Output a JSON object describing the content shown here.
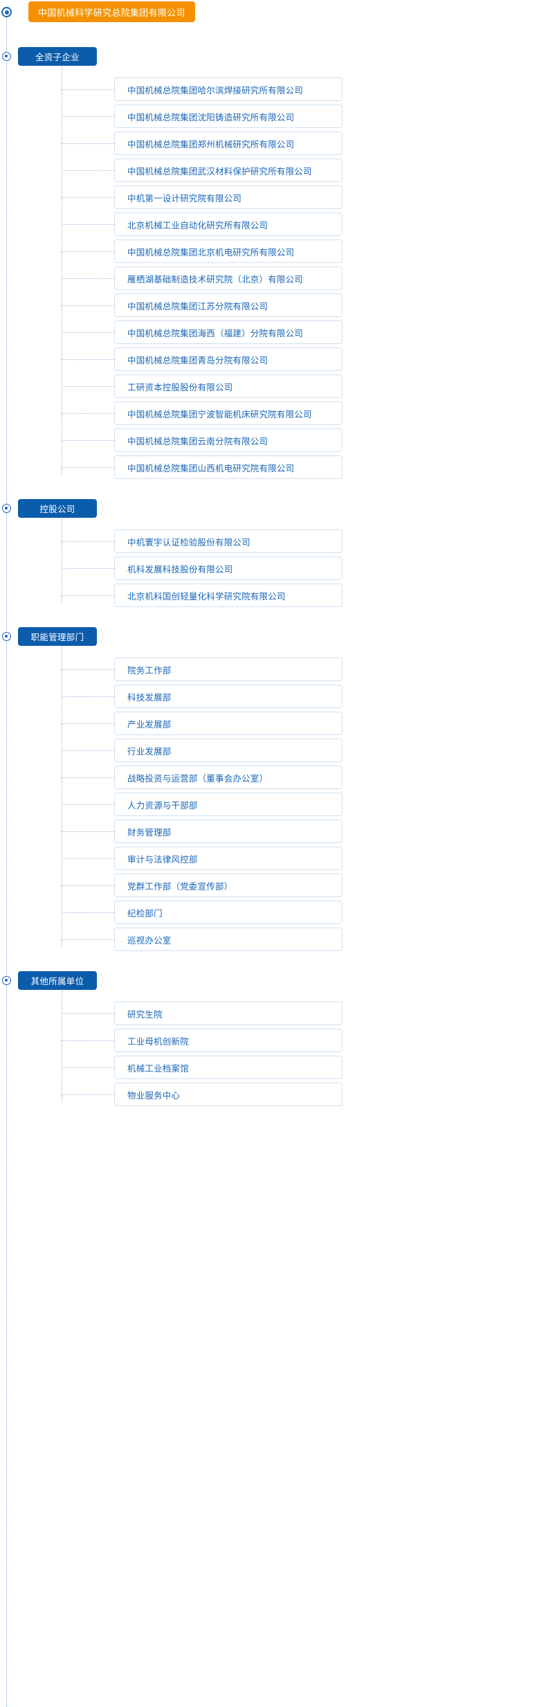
{
  "root": {
    "label": "中国机械科学研究总院集团有限公司",
    "color": "#f59100"
  },
  "accent": {
    "category_bg": "#0b5cab",
    "child_text": "#1a66b8",
    "child_border": "#cfe0f1",
    "line": "#8fb6dd"
  },
  "sections": [
    {
      "label": "全资子企业",
      "items": [
        "中国机械总院集团哈尔滨焊接研究所有限公司",
        "中国机械总院集团沈阳铸造研究所有限公司",
        "中国机械总院集团郑州机械研究所有限公司",
        "中国机械总院集团武汉材料保护研究所有限公司",
        "中机第一设计研究院有限公司",
        "北京机械工业自动化研究所有限公司",
        "中国机械总院集团北京机电研究所有限公司",
        "雁栖湖基础制造技术研究院（北京）有限公司",
        "中国机械总院集团江苏分院有限公司",
        "中国机械总院集团海西（福建）分院有限公司",
        "中国机械总院集团青岛分院有限公司",
        "工研资本控股股份有限公司",
        "中国机械总院集团宁波智能机床研究院有限公司",
        "中国机械总院集团云南分院有限公司",
        "中国机械总院集团山西机电研究院有限公司"
      ]
    },
    {
      "label": "控股公司",
      "items": [
        "中机寰宇认证检验股份有限公司",
        "机科发展科技股份有限公司",
        "北京机科国创轻量化科学研究院有限公司"
      ]
    },
    {
      "label": "职能管理部门",
      "items": [
        "院务工作部",
        "科技发展部",
        "产业发展部",
        "行业发展部",
        "战略投资与运营部（董事会办公室）",
        "人力资源与干部部",
        "财务管理部",
        "审计与法律风控部",
        "党群工作部（党委宣传部）",
        "纪检部门",
        "巡视办公室"
      ]
    },
    {
      "label": "其他所属单位",
      "items": [
        "研究生院",
        "工业母机创新院",
        "机械工业档案馆",
        "物业服务中心"
      ]
    }
  ]
}
